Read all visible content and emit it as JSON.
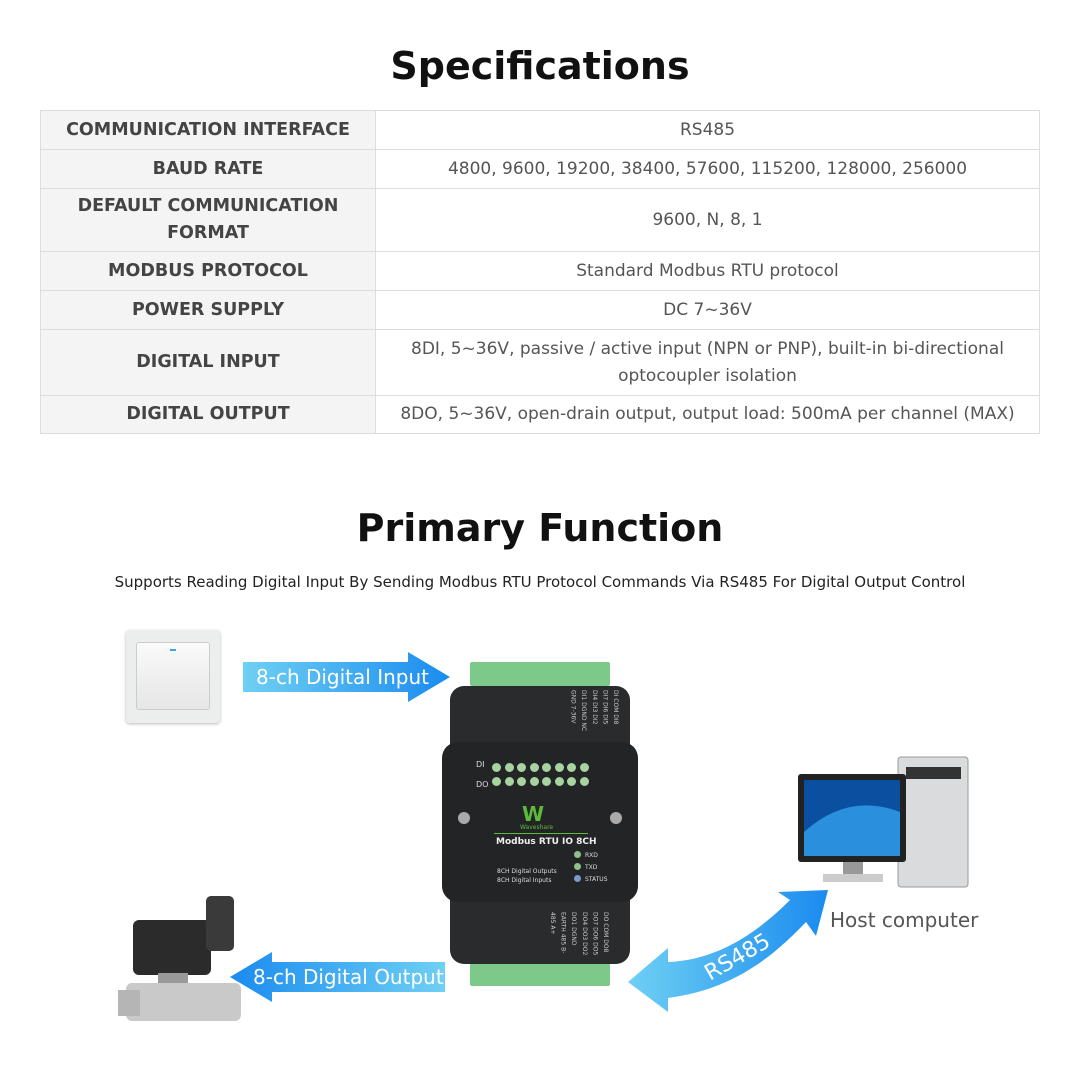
{
  "specs": {
    "title": "Specifications",
    "rows": [
      {
        "k": "COMMUNICATION INTERFACE",
        "v": "RS485"
      },
      {
        "k": "BAUD RATE",
        "v": "4800, 9600, 19200, 38400, 57600, 115200, 128000, 256000"
      },
      {
        "k": "DEFAULT COMMUNICATION FORMAT",
        "v": "9600, N, 8, 1"
      },
      {
        "k": "MODBUS PROTOCOL",
        "v": "Standard Modbus RTU protocol"
      },
      {
        "k": "POWER SUPPLY",
        "v": "DC 7~36V"
      },
      {
        "k": "DIGITAL INPUT",
        "v": "8DI, 5~36V, passive / active input (NPN or PNP), built-in bi-directional optocoupler isolation"
      },
      {
        "k": "DIGITAL OUTPUT",
        "v": "8DO, 5~36V, open-drain output, output load: 500mA per channel (MAX)"
      }
    ]
  },
  "function": {
    "title": "Primary Function",
    "subtitle": "Supports Reading Digital Input By Sending Modbus RTU Protocol Commands Via RS485 For Digital Output Control",
    "input_label": "8-ch Digital Input",
    "output_label": "8-ch Digital Output",
    "rs485_label": "RS485",
    "host_label": "Host computer"
  },
  "device": {
    "model": "Modbus RTU IO 8CH",
    "brand": "Waveshare",
    "line1": "8CH Digital Outputs",
    "line2": "8CH Digital Inputs",
    "rxd": "RXD",
    "txd": "TXD",
    "status": "STATUS",
    "di": "DI",
    "do": "DO",
    "top_pins": "DI COM  DI8  DI7  DI6  DI5  DI4  DI3  DI2  DI1  DGND  NC  GND  7-36V",
    "bottom_pins": "DO COM  DO8  DO7  DO6  DO5  DO4  DO3  DO2  DO1  DGND  EARTH  485 B-  485 A+"
  },
  "colors": {
    "arrow_start": "#5ec8f2",
    "arrow_end": "#1f8ff0",
    "device_body": "#2a2b2d",
    "terminal": "#7dc98a"
  }
}
